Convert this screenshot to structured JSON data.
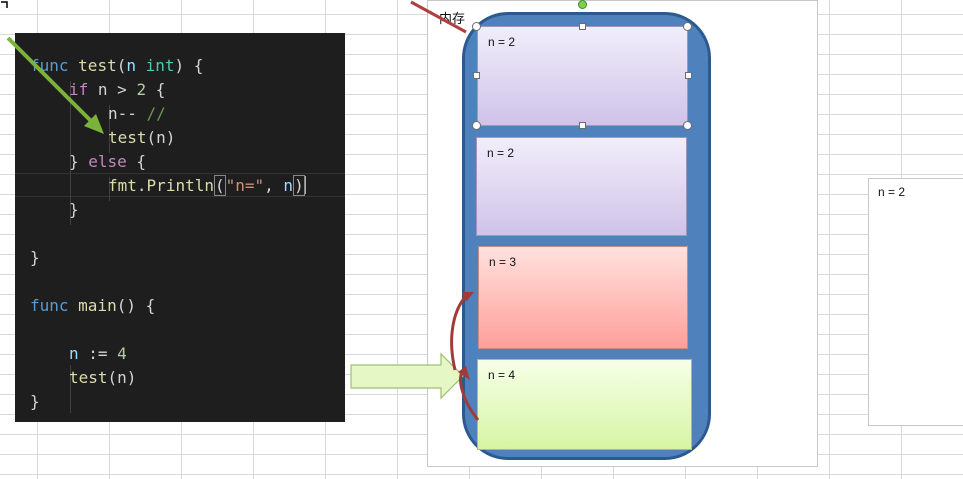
{
  "code": {
    "line1": {
      "kw": "func",
      "fn": "test",
      "p1": "(",
      "param": "n",
      "sp": " ",
      "type": "int",
      "p2": ") {"
    },
    "line2": {
      "kw": "if",
      "rest": " n > ",
      "num": "2",
      "end": " {"
    },
    "line3": {
      "text": "n-- ",
      "comment": "//"
    },
    "line4": {
      "fn": "test",
      "args": "(n)"
    },
    "line5": {
      "open": "} ",
      "kw": "else",
      "end": " {"
    },
    "line6": {
      "pkg": "fmt",
      "dot": ".",
      "fn": "Println",
      "lp": "(",
      "str": "\"n=\"",
      "comma": ", ",
      "arg": "n",
      "rp": ")"
    },
    "line7": {
      "text": "}"
    },
    "line9": {
      "text": "}"
    },
    "line11": {
      "kw": "func",
      "fn": "main",
      "rest": "() {"
    },
    "line13": {
      "var": "n",
      "op": " := ",
      "num": "4"
    },
    "line14": {
      "fn": "test",
      "args": "(n)"
    },
    "line15": {
      "text": "}"
    }
  },
  "diagram": {
    "title": "内存",
    "frames": [
      {
        "label": "n = 2"
      },
      {
        "label": "n = 2"
      },
      {
        "label": "n = 3"
      },
      {
        "label": "n = 4"
      }
    ],
    "side_card": {
      "label": "n = 2"
    }
  }
}
